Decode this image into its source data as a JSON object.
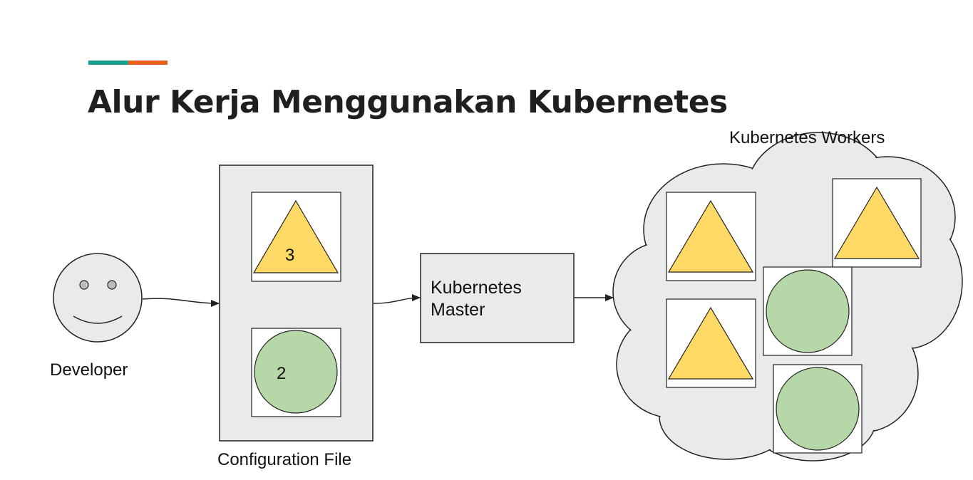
{
  "slide": {
    "title": "Alur Kerja Menggunakan Kubernetes"
  },
  "nodes": {
    "developer": "Developer",
    "config_file": "Configuration File",
    "master_line1": "Kubernetes",
    "master_line2": "Master",
    "workers": "Kubernetes Workers"
  },
  "config_items": {
    "triangle_count": "3",
    "circle_count": "2"
  },
  "colors": {
    "accent_teal": "#1a9e8f",
    "accent_orange": "#e8601c",
    "box_fill": "#e8eaeb",
    "triangle_fill": "#ffd966",
    "circle_fill": "#b6d7a8",
    "stroke": "#222222"
  },
  "icons": {
    "developer": "smiley-face-icon",
    "pod_shape_a": "triangle-icon",
    "pod_shape_b": "circle-icon"
  }
}
